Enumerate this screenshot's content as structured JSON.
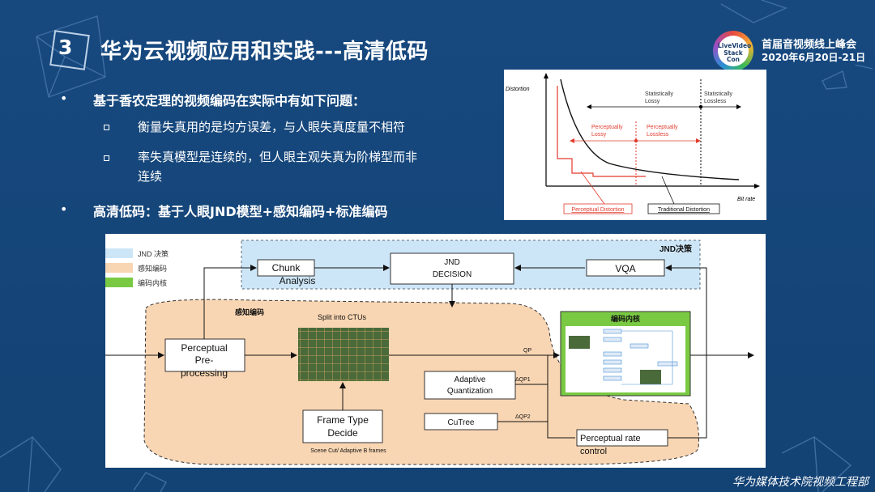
{
  "slide": {
    "number": "3",
    "title": "华为云视频应用和实践---高清低码",
    "conference": {
      "logo_lines": [
        "LiveVideo",
        "Stack",
        "Con"
      ],
      "name": "首届音视频线上峰会",
      "date": "2020年6月20日-21日"
    },
    "bullets": [
      {
        "text": "基于香农定理的视频编码在实际中有如下问题：",
        "subs": [
          {
            "lines": [
              "衡量失真用的是均方误差，与人眼失真度量不相符"
            ]
          },
          {
            "lines": [
              "率失真模型是连续的，但人眼主观失真为阶梯型而非",
              "连续"
            ]
          }
        ]
      },
      {
        "text": "高清低码：基于人眼JND模型+感知编码+标准编码",
        "subs": []
      }
    ],
    "footer": "华为媒体技术院视频工程部"
  },
  "rd_chart": {
    "ylabel": "Distortion",
    "xlabel": "Bit rate",
    "stat_lossy": [
      "Statistically",
      "Lossy"
    ],
    "stat_lossless": [
      "Statistically",
      "Lossless"
    ],
    "perc_lossy": [
      "Perceptually",
      "Lossy"
    ],
    "perc_lossless": [
      "Perceptually",
      "Lossless"
    ],
    "perceptual_label": "Perceptual Distortion",
    "traditional_label": "Traditional Distortion",
    "colors": {
      "perceptual": "#e23b2e",
      "traditional": "#111111"
    }
  },
  "diagram": {
    "legend": [
      {
        "label": "JND 决策",
        "color": "#cde6f7"
      },
      {
        "label": "感知编码",
        "color": "#f9d6b3"
      },
      {
        "label": "编码内核",
        "color": "#7ac943"
      }
    ],
    "jnd_region": "JND决策",
    "perceptual_region": "感知编码",
    "chunk": [
      "Chunk",
      "Analysis"
    ],
    "jnd_decision": [
      "JND",
      "DECISION"
    ],
    "vqa": "VQA",
    "pre": [
      "Perceptual",
      "Pre-",
      "processing"
    ],
    "split": "Split into CTUs",
    "core": "编码内核",
    "aq": [
      "Adaptive",
      "Quantization"
    ],
    "cutree": "CuTree",
    "ftd": [
      "Frame Type",
      "Decide"
    ],
    "scene": "Scene Cut/ Adaptive B frames",
    "rate": [
      "Perceptual rate",
      "control"
    ],
    "qp": "QP",
    "dqp1": "ΔQP1",
    "dqp2": "ΔQP2",
    "colors": {
      "jnd": "#cde6f7",
      "perceptual": "#f9d6b3",
      "core": "#7ac943"
    }
  }
}
